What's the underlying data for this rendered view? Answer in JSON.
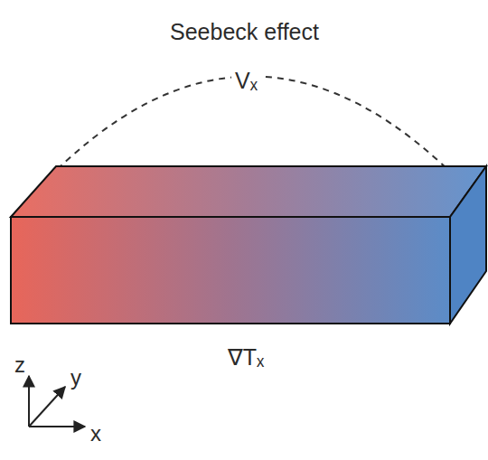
{
  "diagram": {
    "title": "Seebeck effect",
    "labels": [
      "Vₓ",
      "∇Tₓ",
      "z",
      "y",
      "x"
    ]
  }
}
